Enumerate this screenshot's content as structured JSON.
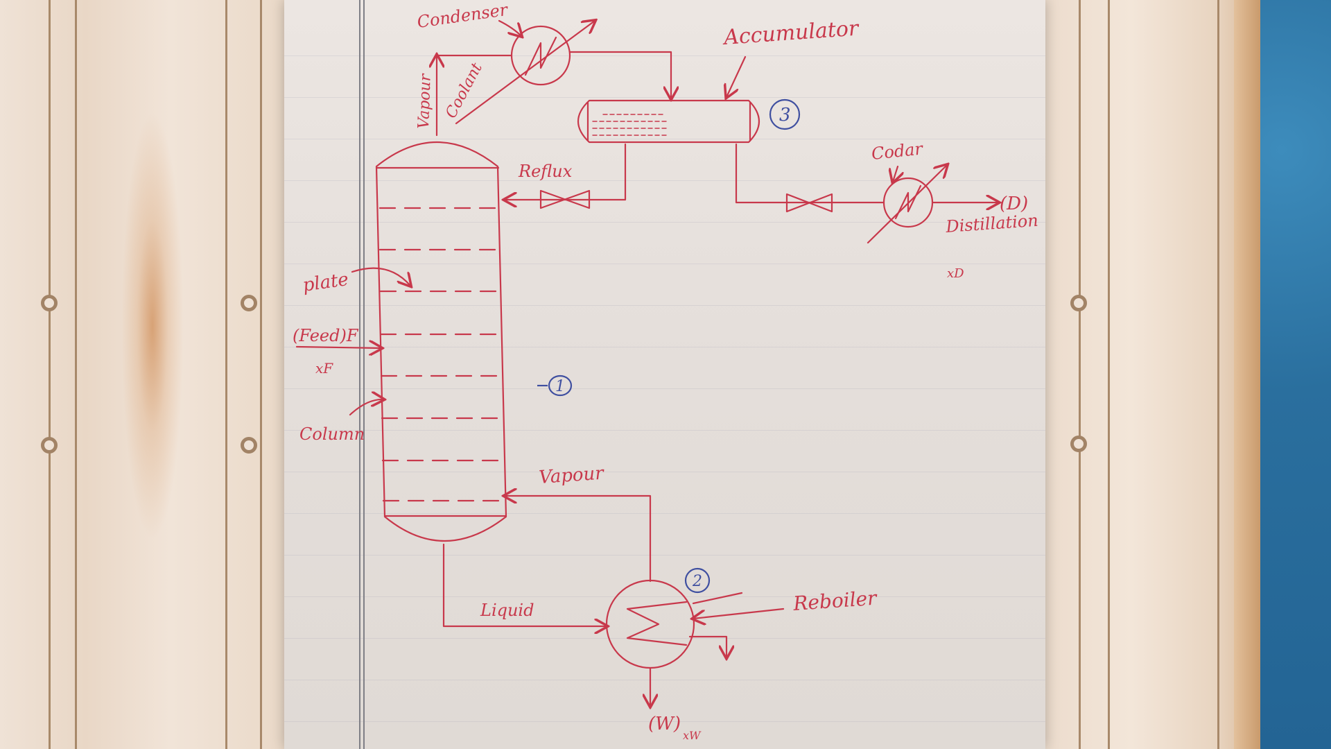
{
  "diagram": {
    "labels": {
      "condenser": "Condenser",
      "coolant": "Coolant",
      "vapour_top": "Vapour",
      "accumulator": "Accumulator",
      "reflux": "Reflux",
      "cooler": "Codar",
      "distillate_d": "(D)",
      "distillation": "Distillation",
      "xd": "xD",
      "plate": "plate",
      "feed": "(Feed)F",
      "xf": "xF",
      "column": "Column",
      "vapour_bottom": "Vapour",
      "liquid": "Liquid",
      "reboiler": "Reboiler",
      "bottoms": "(W)",
      "xw": "xW"
    },
    "markers": {
      "column": "1",
      "reboiler": "2",
      "accumulator": "3"
    },
    "colors": {
      "ink": "#c8384b",
      "marker_ink": "#3f4fa0",
      "paper": "#e6e0dc"
    }
  }
}
